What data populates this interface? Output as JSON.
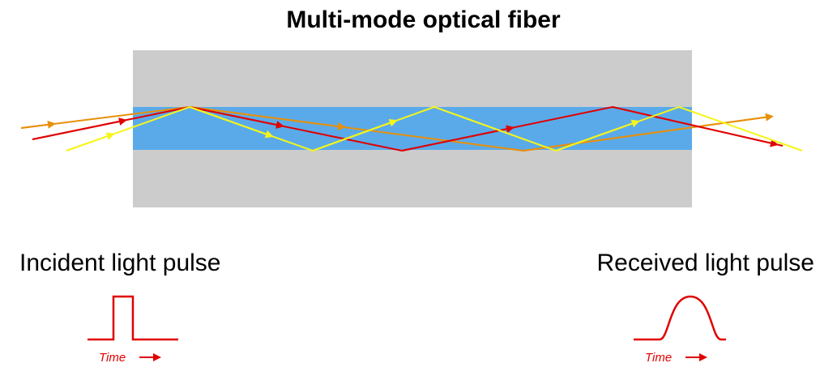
{
  "title": "Multi-mode optical fiber",
  "incident_label": "Incident light pulse",
  "received_label": "Received light pulse",
  "incident_time_label": "Time",
  "received_time_label": "Time",
  "colors": {
    "cladding": "#cccccc",
    "core": "#5aaaea",
    "ray_orange": "#e8900a",
    "ray_red": "#e00000",
    "ray_yellow": "#f5f51a",
    "pulse": "#e00000"
  }
}
